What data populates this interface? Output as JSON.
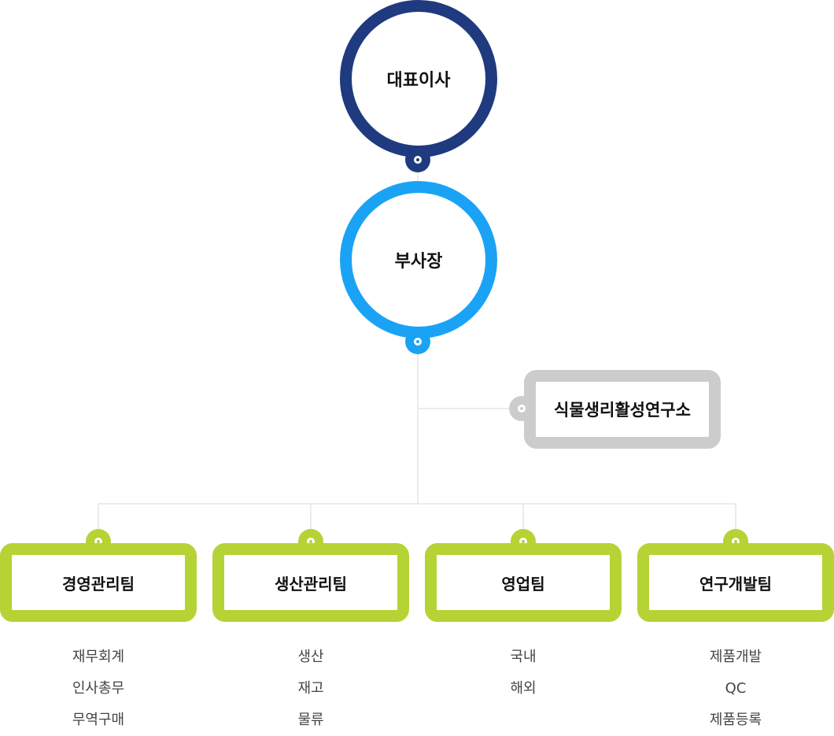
{
  "ceo": "대표이사",
  "vice_president": "부사장",
  "research_lab": "식물생리활성연구소",
  "teams": [
    {
      "name": "경영관리팀",
      "duties": [
        "재무회계",
        "인사총무",
        "무역구매"
      ]
    },
    {
      "name": "생산관리팀",
      "duties": [
        "생산",
        "재고",
        "물류"
      ]
    },
    {
      "name": "영업팀",
      "duties": [
        "국내",
        "해외"
      ]
    },
    {
      "name": "연구개발팀",
      "duties": [
        "제품개발",
        "QC",
        "제품등록"
      ]
    }
  ],
  "colors": {
    "ceo": "#1f3a7e",
    "vice_president": "#1aa3f5",
    "research_lab": "#cccccc",
    "teams": "#b5d334",
    "connector": "#d9d9d9"
  }
}
